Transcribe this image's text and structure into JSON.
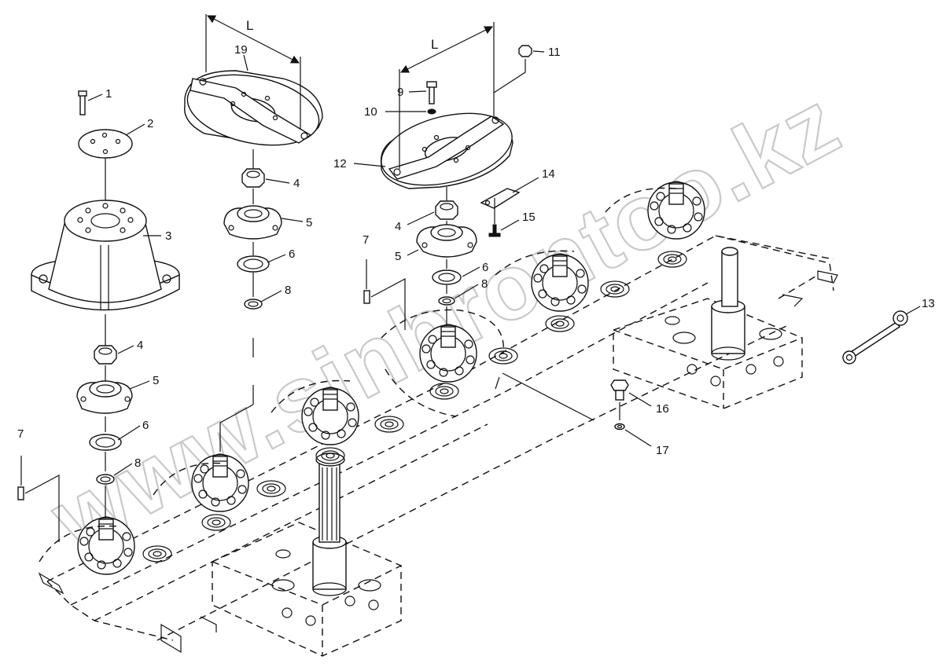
{
  "watermark": "www.sinbrontoo.kz",
  "dimension_label": "L",
  "callouts": [
    {
      "id": "c1",
      "text": "1"
    },
    {
      "id": "c2",
      "text": "2"
    },
    {
      "id": "c3",
      "text": "3"
    },
    {
      "id": "c4a",
      "text": "4"
    },
    {
      "id": "c5a",
      "text": "5"
    },
    {
      "id": "c6a",
      "text": "6"
    },
    {
      "id": "c7a",
      "text": "7"
    },
    {
      "id": "c8a",
      "text": "8"
    },
    {
      "id": "c19",
      "text": "19"
    },
    {
      "id": "c4b",
      "text": "4"
    },
    {
      "id": "c5b",
      "text": "5"
    },
    {
      "id": "c6b",
      "text": "6"
    },
    {
      "id": "c8b",
      "text": "8"
    },
    {
      "id": "c9",
      "text": "9"
    },
    {
      "id": "c10",
      "text": "10"
    },
    {
      "id": "c11",
      "text": "11"
    },
    {
      "id": "c12",
      "text": "12"
    },
    {
      "id": "c14",
      "text": "14"
    },
    {
      "id": "c15",
      "text": "15"
    },
    {
      "id": "c4c",
      "text": "4"
    },
    {
      "id": "c5c",
      "text": "5"
    },
    {
      "id": "c6c",
      "text": "6"
    },
    {
      "id": "c8c",
      "text": "8"
    },
    {
      "id": "c7b",
      "text": "7"
    },
    {
      "id": "c13",
      "text": "13"
    },
    {
      "id": "c16",
      "text": "16"
    },
    {
      "id": "c17",
      "text": "17"
    }
  ]
}
